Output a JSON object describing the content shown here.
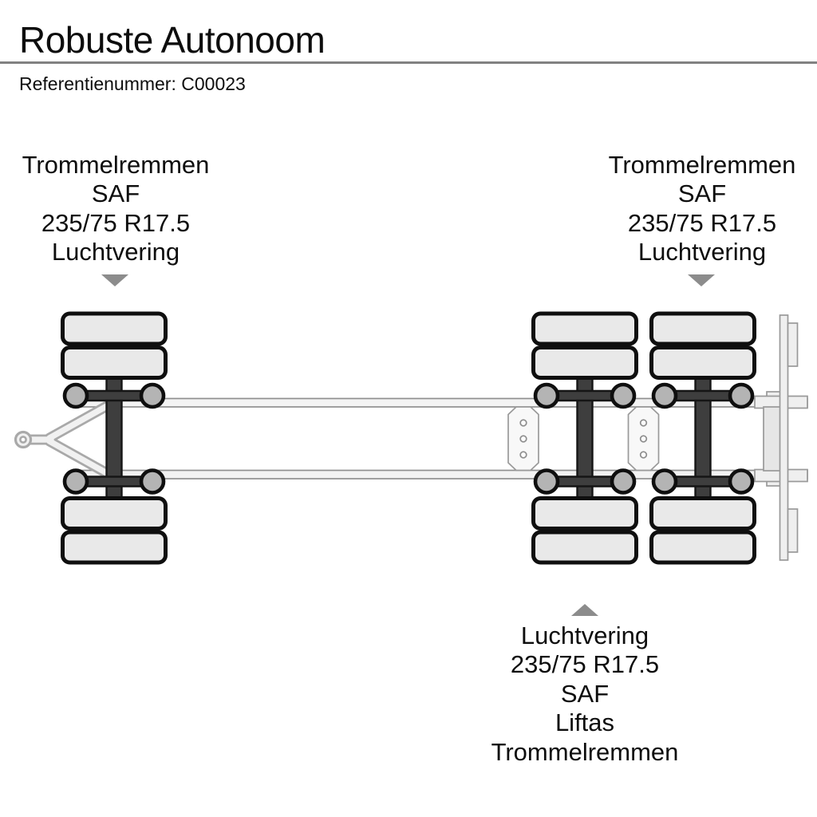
{
  "header": {
    "title": "Robuste Autonoom",
    "reference": "Referentienummer: C00023"
  },
  "axle_labels": {
    "front": {
      "position": "top-left",
      "arrow": "down",
      "lines": [
        "Trommelremmen",
        "SAF",
        "235/75 R17.5",
        "Luchtvering"
      ]
    },
    "rear": {
      "position": "top-right",
      "arrow": "down",
      "lines": [
        "Trommelremmen",
        "SAF",
        "235/75 R17.5",
        "Luchtvering"
      ]
    },
    "lift": {
      "position": "bottom-center",
      "arrow": "up",
      "lines": [
        "Luchtvering",
        "235/75 R17.5",
        "SAF",
        "Liftas",
        "Trommelremmen"
      ]
    }
  },
  "diagram": {
    "type": "trailer-chassis-top-view",
    "axles": 3,
    "wheels_per_axle": 4,
    "parts": [
      "drawbar-with-tow-eye",
      "front-axle-assembly",
      "frame-rails",
      "crossmember-plates",
      "rear-tandem-axle-assemblies",
      "rear-end-structure"
    ]
  },
  "colors": {
    "background": "#ffffff",
    "text": "#0d0d0d",
    "divider": "#818181",
    "arrow": "#8c8c8c",
    "tire_fill": "#e9e9e9",
    "tire_outline": "#0f0f0f",
    "axle_dark": "#3e3e3e",
    "suspension_fill": "#b4b4b4",
    "frame_fill": "#f1f1f1",
    "frame_stroke": "#8f8f8f"
  }
}
